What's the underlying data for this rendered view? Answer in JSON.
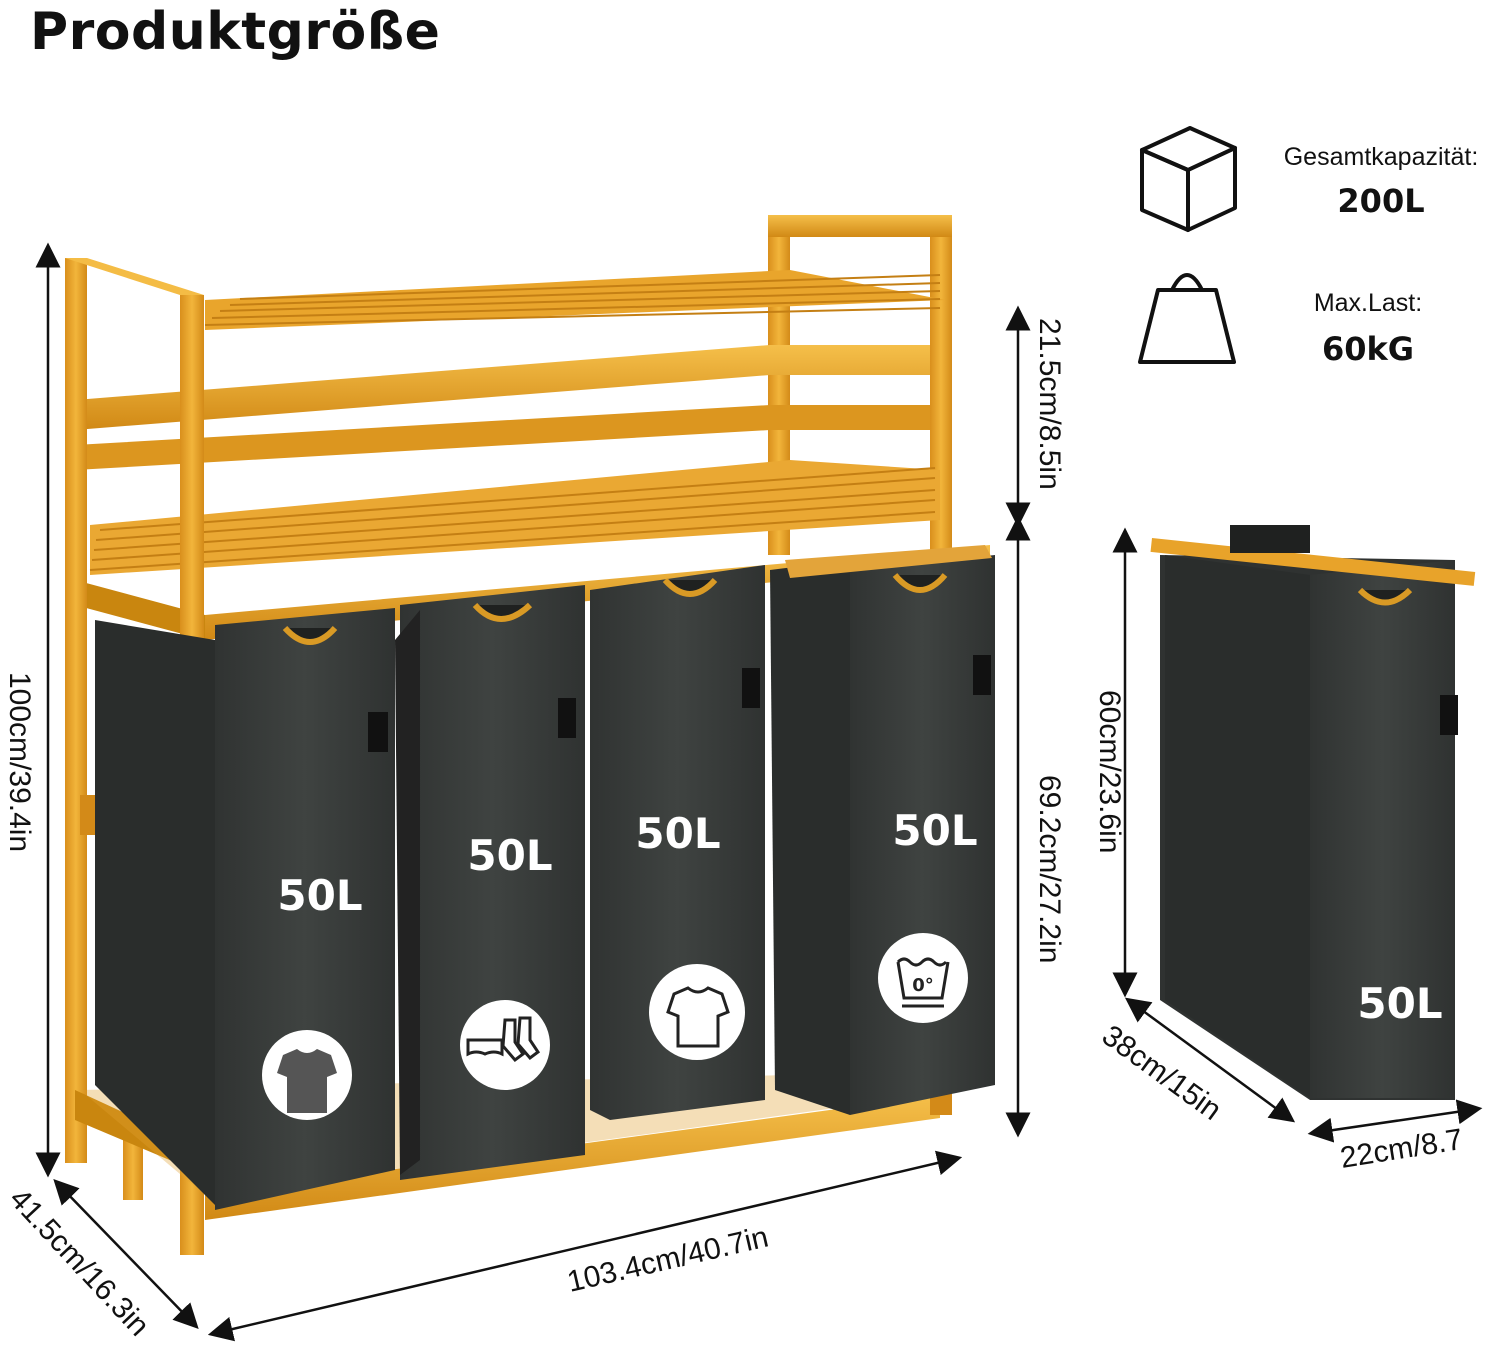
{
  "title": "Produktgröße",
  "specs": {
    "capacity_label": "Gesamtkapazität:",
    "capacity_value": "200L",
    "load_label": "Max.Last:",
    "load_value": "60kG"
  },
  "dimensions": {
    "total_height": "100cm/39.4in",
    "shelf_gap": "21.5cm/8.5in",
    "lower_height": "69.2cm/27.2in",
    "width": "103.4cm/40.7in",
    "depth": "41.5cm/16.3in",
    "bag_height": "60cm/23.6in",
    "bag_depth": "38cm/15in",
    "bag_width": "22cm/8.7"
  },
  "bags": [
    {
      "capacity": "50L",
      "icon": "dark-shirt-icon"
    },
    {
      "capacity": "50L",
      "icon": "underwear-socks-icon"
    },
    {
      "capacity": "50L",
      "icon": "white-shirt-icon"
    },
    {
      "capacity": "50L",
      "icon": "wash-temperature-icon",
      "icon_text": "0°"
    }
  ],
  "single_bag": {
    "capacity": "50L"
  },
  "colors": {
    "bamboo": "#e8a32a",
    "bamboo_dark": "#c47f14",
    "bag": "#3b3f3d",
    "bag_dark": "#2a2d2c"
  }
}
